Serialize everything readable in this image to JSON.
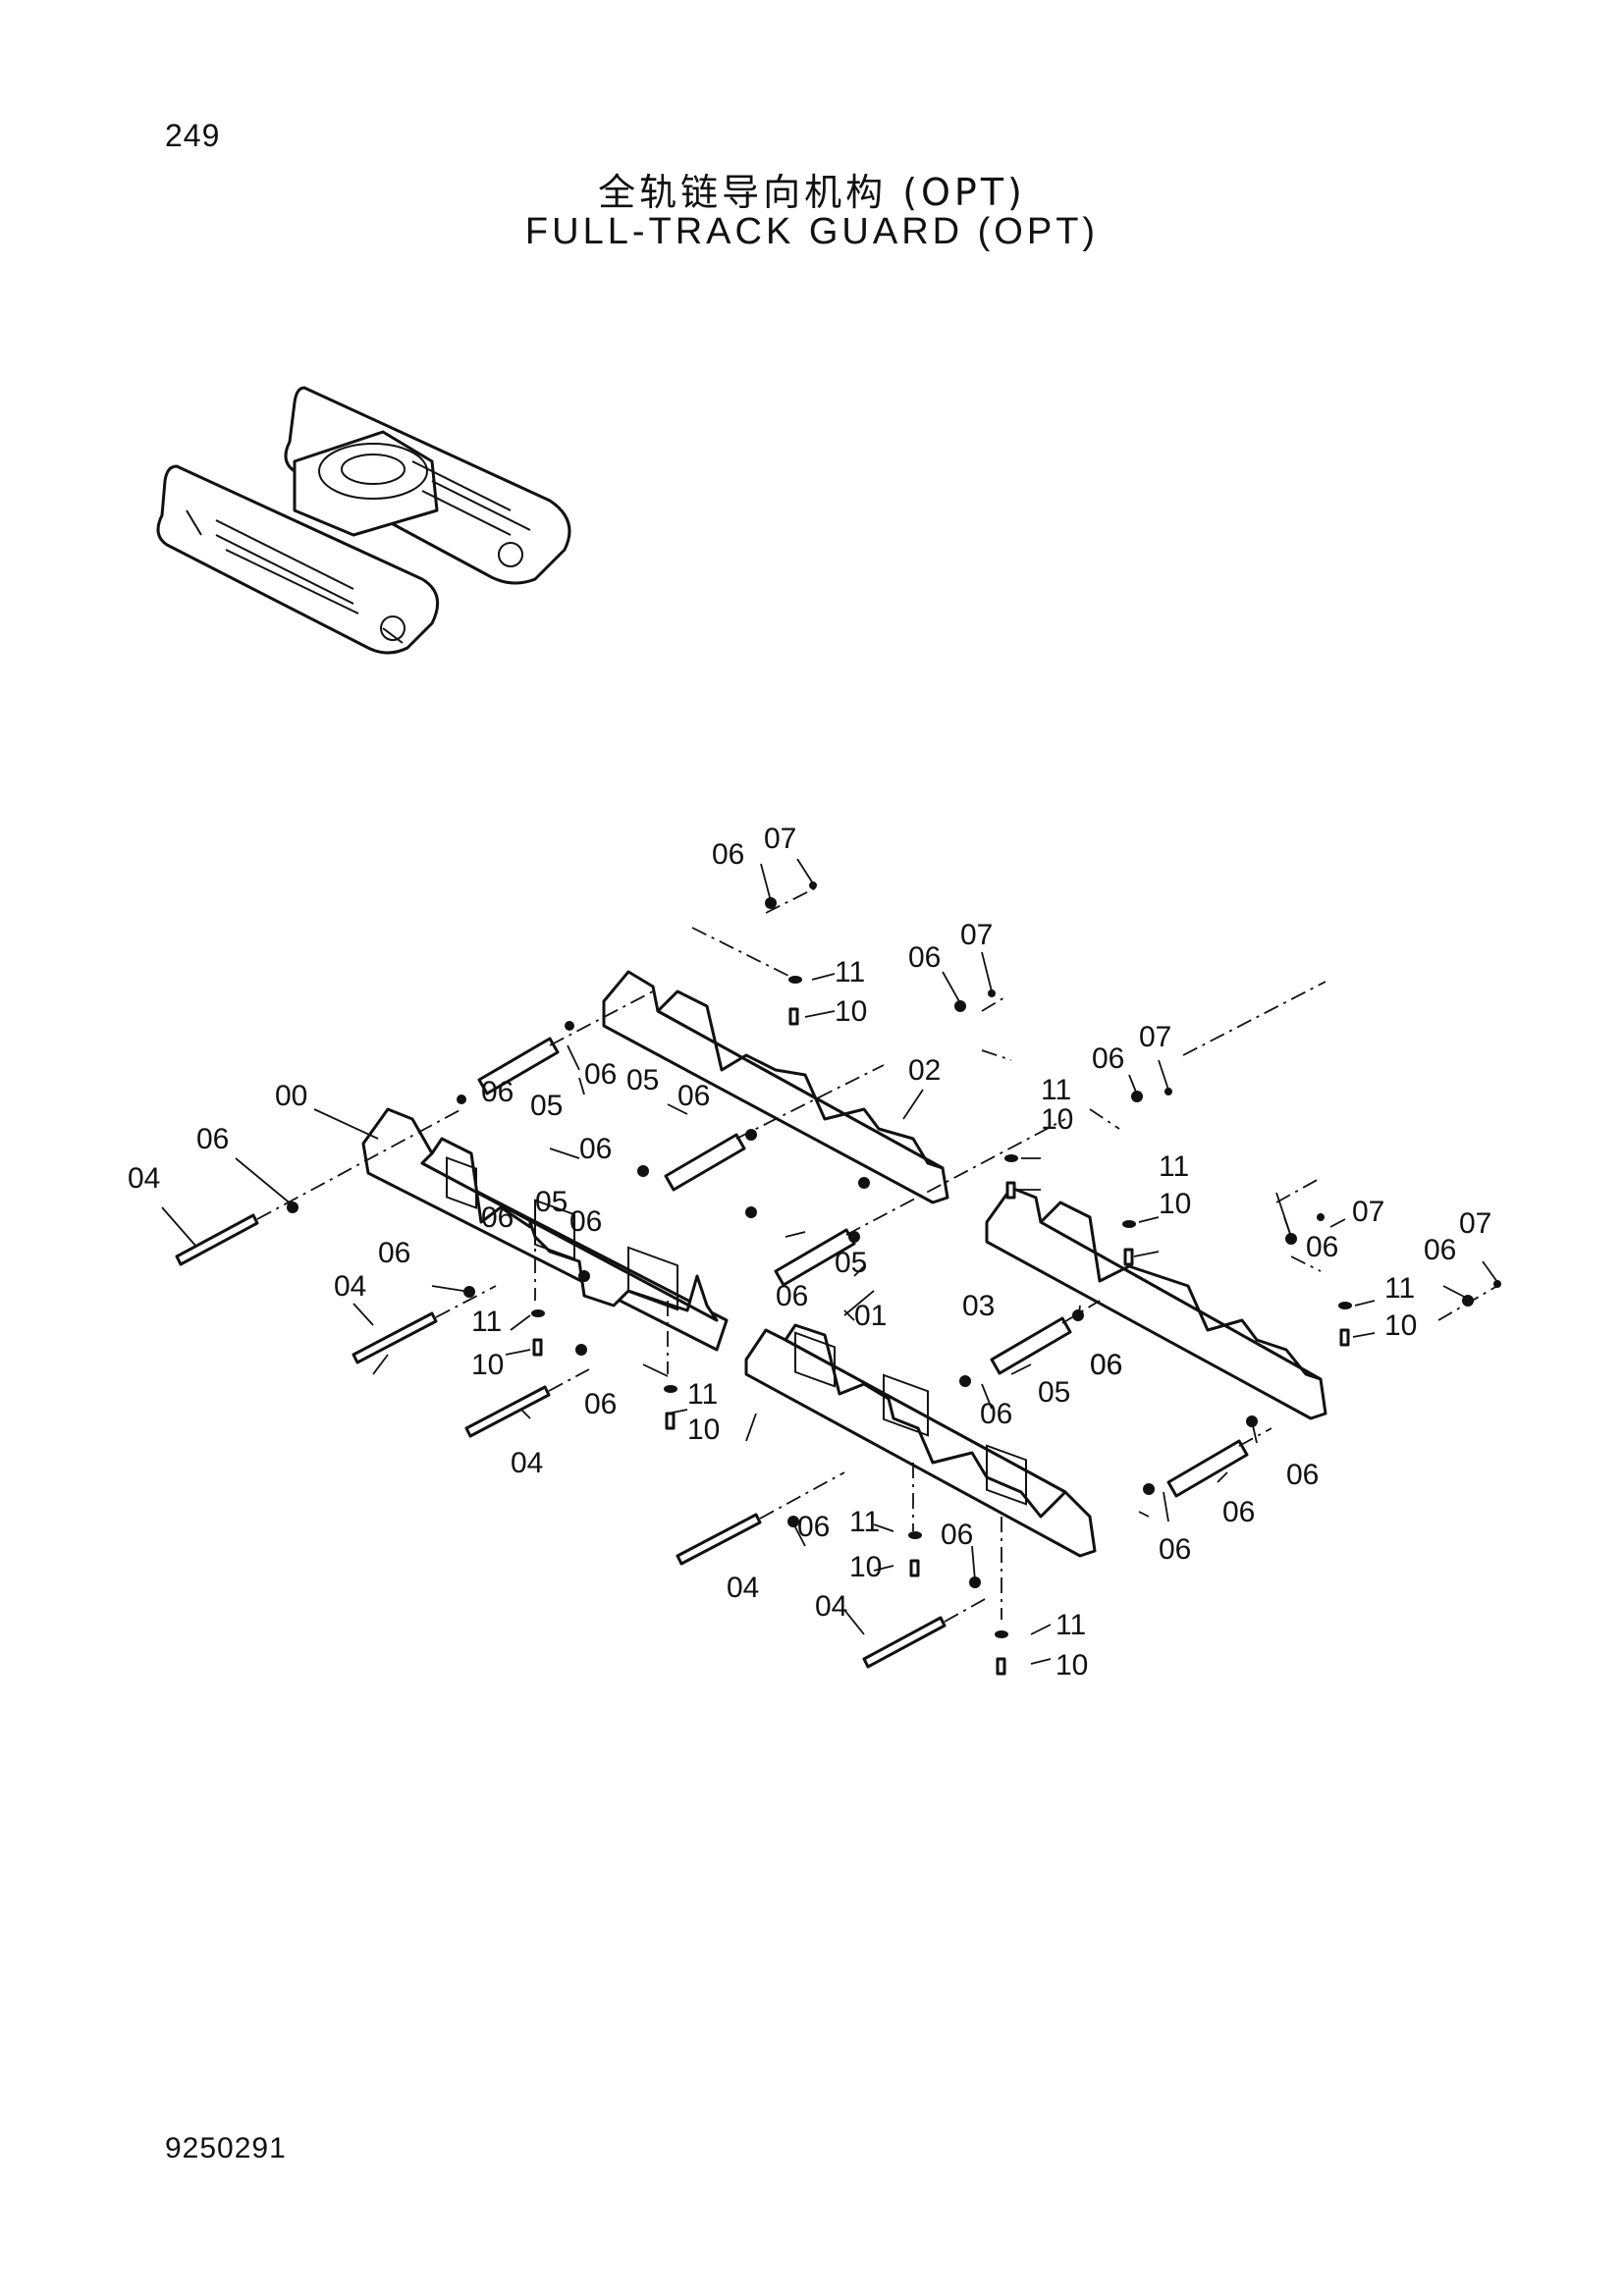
{
  "page_number": "249",
  "title_cn": "全轨链导向机构 (OPT)",
  "title_en": "FULL-TRACK GUARD (OPT)",
  "doc_number": "9250291",
  "callouts": [
    "07",
    "06",
    "11",
    "10",
    "07",
    "06",
    "00",
    "06",
    "04",
    "05",
    "06",
    "02",
    "06",
    "05",
    "06",
    "07",
    "06",
    "11",
    "10",
    "11",
    "10",
    "06",
    "05",
    "06",
    "07",
    "06",
    "06",
    "04",
    "06",
    "11",
    "10",
    "03",
    "11",
    "10",
    "07",
    "06",
    "01",
    "05",
    "06",
    "06",
    "04",
    "06",
    "11",
    "10",
    "06",
    "05",
    "06",
    "06",
    "04",
    "06",
    "11",
    "10",
    "04",
    "06",
    "11",
    "10",
    "06",
    "06"
  ]
}
